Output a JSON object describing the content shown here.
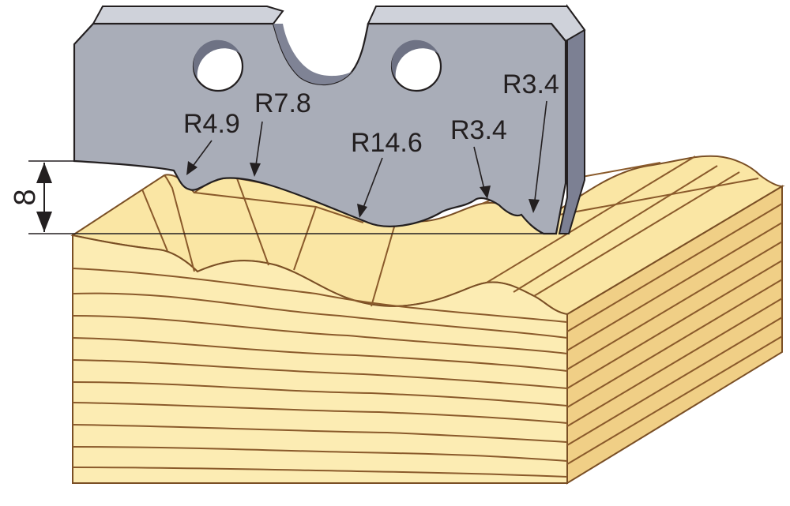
{
  "diagram": {
    "radius_labels": {
      "r1": "R4.9",
      "r2": "R7.8",
      "r3": "R14.6",
      "r4": "R3.4",
      "r5": "R3.4"
    },
    "height_dimension": "8"
  },
  "colors": {
    "knife_face": "#a9adb8",
    "knife_edge": "#84889a",
    "knife_outline": "#231f20",
    "wood_light": "#fbeaa8",
    "wood_mid": "#f3d184",
    "wood_shadow": "#e9bf6f",
    "wood_grain": "#8a5a2b",
    "background": "#ffffff"
  }
}
